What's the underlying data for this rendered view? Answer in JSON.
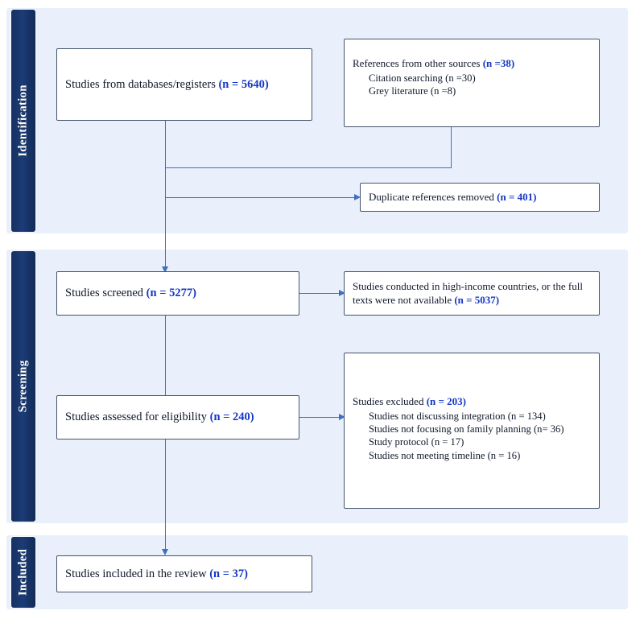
{
  "diagram": {
    "type": "prisma-flow-diagram",
    "stages": [
      {
        "id": "identification",
        "label": "Identification"
      },
      {
        "id": "screening",
        "label": "Screening"
      },
      {
        "id": "included",
        "label": "Included"
      }
    ],
    "boxes": [
      {
        "id": "databases",
        "stage": "identification",
        "text": "Studies from databases/registers ",
        "count": "(n = 5640)",
        "sub": []
      },
      {
        "id": "other-sources",
        "stage": "identification",
        "text": "References from other sources ",
        "count": "(n =38)",
        "sub": [
          "Citation searching (n =30)",
          "Grey literature (n =8)"
        ]
      },
      {
        "id": "duplicates-removed",
        "stage": "identification",
        "text": "Duplicate references removed ",
        "count": "(n = 401)",
        "sub": []
      },
      {
        "id": "screened",
        "stage": "screening",
        "text": "Studies screened ",
        "count": "(n = 5277)",
        "sub": []
      },
      {
        "id": "screened-excluded",
        "stage": "screening",
        "text": "Studies conducted in high-income countries, or the full texts were not available ",
        "count": "(n = 5037)",
        "sub": []
      },
      {
        "id": "eligibility",
        "stage": "screening",
        "text": "Studies assessed for eligibility ",
        "count": "(n = 240)",
        "sub": []
      },
      {
        "id": "studies-excluded",
        "stage": "screening",
        "text": "Studies excluded ",
        "count": "(n = 203)",
        "sub": [
          "Studies not discussing integration (n = 134)",
          "Studies not focusing on family planning (n= 36)",
          "Study protocol (n = 17)",
          "Studies not meeting timeline (n = 16)"
        ]
      },
      {
        "id": "included-review",
        "stage": "included",
        "text": "Studies included in the review ",
        "count": "(n = 37)",
        "sub": []
      }
    ],
    "colors": {
      "band": "#123169",
      "panel": "#eaf0fb",
      "box_border": "#44546a",
      "connector": "#3f6fc4",
      "count_text": "#1437c4",
      "body_text": "#10182b"
    }
  }
}
